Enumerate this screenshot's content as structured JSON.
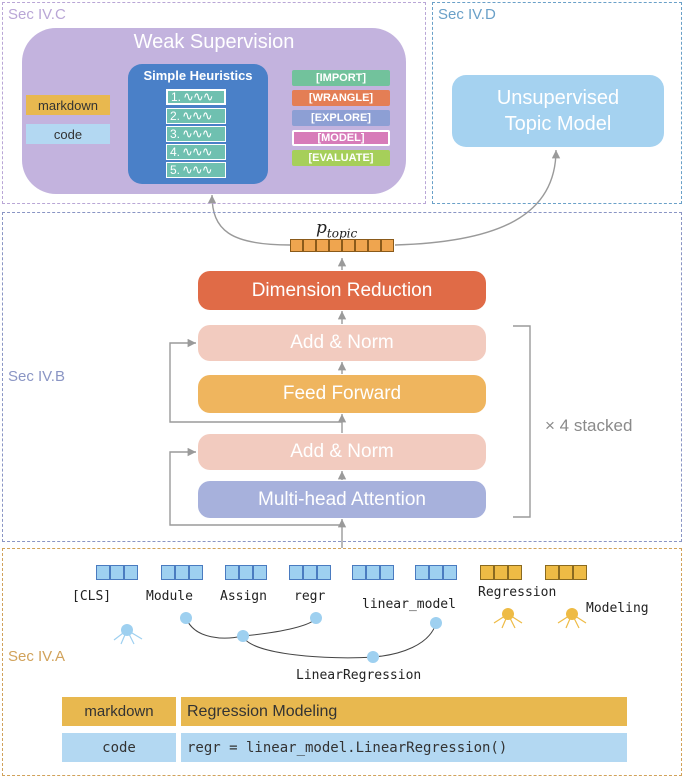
{
  "sections": {
    "c": "Sec IV.C",
    "d": "Sec IV.D",
    "b": "Sec IV.B",
    "a": "Sec IV.A"
  },
  "weak_supervision": {
    "title": "Weak Supervision",
    "heuristics_title": "Simple Heuristics",
    "inputs": [
      "markdown",
      "code"
    ],
    "heuristics": [
      "1.",
      "2.",
      "3.",
      "4.",
      "5."
    ],
    "tags": [
      "[IMPORT]",
      "[WRANGLE]",
      "[EXPLORE]",
      "[MODEL]",
      "[EVALUATE]"
    ]
  },
  "topic_model": {
    "line1": "Unsupervised",
    "line2": "Topic Model"
  },
  "p_topic": {
    "base": "p",
    "sub": "topic"
  },
  "encoder": {
    "dimension_reduction": "Dimension Reduction",
    "add_norm_top": "Add & Norm",
    "feed_forward": "Feed Forward",
    "add_norm_bottom": "Add & Norm",
    "attention": "Multi-head Attention",
    "stacked": "× 4 stacked"
  },
  "tokens": [
    "[CLS]",
    "Module",
    "Assign",
    "regr",
    "linear_model",
    "Regression",
    "Modeling",
    "LinearRegression"
  ],
  "input_table": {
    "rows": [
      {
        "type": "markdown",
        "content": "Regression Modeling"
      },
      {
        "type": "code",
        "content": "regr = linear_model.LinearRegression()"
      }
    ]
  },
  "colors": {
    "section_c_border": "#b9a6d6",
    "section_d_border": "#6aa0c8",
    "section_b_border": "#8a95c4",
    "section_a_border": "#d1a25a",
    "weak_supervision_bg": "#c3b3de",
    "heuristics_bg": "#4a80c8",
    "topic_model_bg": "#a5d2f0",
    "dimension_reduction": "#e06b47",
    "add_norm": "#f2cbbf",
    "feed_forward": "#efb55e",
    "attention": "#a7b1dc",
    "markdown": "#e8b84f",
    "code": "#b3d8f2",
    "node": "#9ed0f0",
    "node_markdown": "#eebb45"
  }
}
